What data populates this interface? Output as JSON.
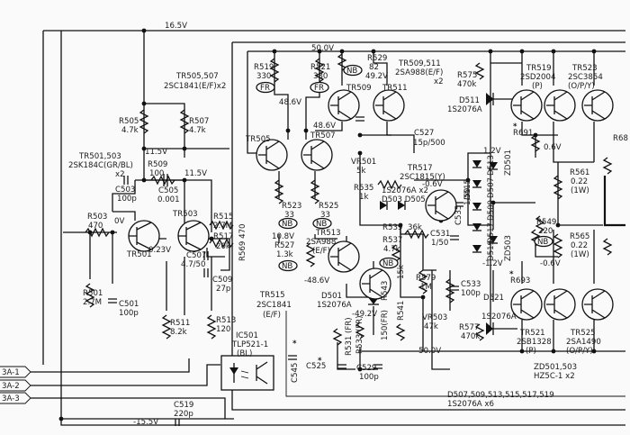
{
  "schematic": {
    "rails": [
      "16.5V",
      "50.0V",
      "-15.5V",
      "-50.0V"
    ],
    "connectors": [
      "3A-1",
      "3A-2",
      "3A-3"
    ],
    "components": [
      {
        "id": "tr505_507",
        "lines": [
          "TR505,507",
          "2SC1841(E/F)x2"
        ]
      },
      {
        "id": "r505",
        "lines": [
          "R505",
          "4.7k"
        ]
      },
      {
        "id": "r507",
        "lines": [
          "R507",
          "4.7k"
        ]
      },
      {
        "id": "tr501_503",
        "lines": [
          "TR501,503",
          "2SK184C(GR/BL)",
          "x2"
        ]
      },
      {
        "id": "r509",
        "lines": [
          "R509",
          "100"
        ]
      },
      {
        "id": "c503",
        "lines": [
          "C503",
          "100p"
        ]
      },
      {
        "id": "c505",
        "lines": [
          "C505",
          "0.001"
        ]
      },
      {
        "id": "r503",
        "lines": [
          "R503",
          "470"
        ]
      },
      {
        "id": "r515",
        "lines": [
          "R515",
          "2.7M"
        ]
      },
      {
        "id": "r517",
        "lines": [
          "R517",
          "20k"
        ]
      },
      {
        "id": "c507",
        "lines": [
          "C507",
          "4.7/50"
        ]
      },
      {
        "id": "c509",
        "lines": [
          "C509",
          "27p"
        ]
      },
      {
        "id": "r501",
        "lines": [
          "R501",
          "2.7M"
        ]
      },
      {
        "id": "c501",
        "lines": [
          "C501",
          "100p"
        ]
      },
      {
        "id": "r511",
        "lines": [
          "R511",
          "8.2k"
        ]
      },
      {
        "id": "r513",
        "lines": [
          "R513",
          "120"
        ]
      },
      {
        "id": "c519",
        "lines": [
          "C519",
          "220p"
        ]
      },
      {
        "id": "ic501",
        "lines": [
          "IC501",
          "TLP521-1",
          "(BL)"
        ]
      },
      {
        "id": "r519",
        "lines": [
          "R519",
          "330"
        ]
      },
      {
        "id": "r521",
        "lines": [
          "R521",
          "330"
        ]
      },
      {
        "id": "r529",
        "lines": [
          "R529",
          "82"
        ]
      },
      {
        "id": "tr509_511",
        "lines": [
          "TR509,511",
          "2SA988(E/F)",
          "x2"
        ]
      },
      {
        "id": "c527",
        "lines": [
          "C527",
          "15p/500"
        ]
      },
      {
        "id": "vr501",
        "lines": [
          "VR501",
          "5k"
        ]
      },
      {
        "id": "tr517",
        "lines": [
          "TR517",
          "2SC1815(Y)"
        ]
      },
      {
        "id": "r535",
        "lines": [
          "R535",
          "1k"
        ]
      },
      {
        "id": "d503_505",
        "lines": [
          "1S2076A x2",
          "D503 D505"
        ]
      },
      {
        "id": "r523",
        "lines": [
          "R523",
          "33"
        ]
      },
      {
        "id": "r525",
        "lines": [
          "R525",
          "33"
        ]
      },
      {
        "id": "tr513",
        "lines": [
          "TR513",
          "2SA988",
          "(E/F)"
        ]
      },
      {
        "id": "r527",
        "lines": [
          "R527",
          "1.3k"
        ]
      },
      {
        "id": "r539",
        "lines": [
          "R539",
          "36k"
        ]
      },
      {
        "id": "r537",
        "lines": [
          "R537",
          "4.7k"
        ]
      },
      {
        "id": "c531",
        "lines": [
          "C531",
          "1/50"
        ]
      },
      {
        "id": "c535",
        "lines": [
          "C535",
          "1/50"
        ]
      },
      {
        "id": "tr515",
        "lines": [
          "TR515",
          "2SC1841",
          "(E/F)"
        ]
      },
      {
        "id": "d501",
        "lines": [
          "D501",
          "1S2076A"
        ]
      },
      {
        "id": "r579",
        "lines": [
          "R579",
          "1M"
        ]
      },
      {
        "id": "c533",
        "lines": [
          "C533",
          "100p"
        ]
      },
      {
        "id": "vr503",
        "lines": [
          "VR503",
          "47k"
        ]
      },
      {
        "id": "c525",
        "lines": [
          "C525"
        ]
      },
      {
        "id": "c529",
        "lines": [
          "C529",
          "100p"
        ]
      },
      {
        "id": "r575",
        "lines": [
          "R575",
          "470k"
        ]
      },
      {
        "id": "d511",
        "lines": [
          "D511",
          "1S2076A"
        ]
      },
      {
        "id": "tr519",
        "lines": [
          "TR519",
          "2SD2004",
          "(P)"
        ]
      },
      {
        "id": "tr523",
        "lines": [
          "TR523",
          "2SC3854",
          "(O/P/Y)"
        ]
      },
      {
        "id": "r561",
        "lines": [
          "R561",
          "0.22",
          "(1W)"
        ]
      },
      {
        "id": "r549",
        "lines": [
          "R549",
          "220"
        ]
      },
      {
        "id": "r565",
        "lines": [
          "R565",
          "0.22",
          "(1W)"
        ]
      },
      {
        "id": "d521",
        "lines": [
          "D521",
          "1S2076A"
        ]
      },
      {
        "id": "r577",
        "lines": [
          "R577",
          "470k"
        ]
      },
      {
        "id": "tr521",
        "lines": [
          "TR521",
          "2SB1328",
          "(P)"
        ]
      },
      {
        "id": "tr525",
        "lines": [
          "TR525",
          "2SA1490",
          "(O/P/Y)"
        ]
      },
      {
        "id": "zd501_503",
        "lines": [
          "ZD501,503",
          "HZ5C-1 x2"
        ]
      },
      {
        "id": "diodes_note",
        "lines": [
          "D507,509,513,515,517,519",
          "1S2076A x6"
        ]
      }
    ],
    "labels": {
      "tr501": "TR501",
      "tr503": "TR503",
      "tr505": "TR505",
      "tr507": "TR507",
      "tr509": "TR509",
      "tr511": "TR511",
      "d507": "D507",
      "d509": "D509",
      "d513": "D513",
      "d515": "D515",
      "d517": "D517",
      "d519": "D519",
      "zd501": "ZD501",
      "zd503": "ZD503",
      "r691": "R691",
      "r693": "R693",
      "r569": "R569 470",
      "r533": "R533",
      "r541": "R541",
      "r543": "R543",
      "r531": "R531",
      "r533_val": "(FR)",
      "r531_val": "(FR)",
      "r541_val": "15k",
      "r543_val": "150(FR)",
      "c545": "C545",
      "r68": "R68"
    },
    "voltages": {
      "v_0": "0V",
      "v_0_23": "0.23V",
      "v_11_5_a": "11.5V",
      "v_11_5_b": "11.5V",
      "v_48_6_a": "48.6V",
      "v_48_6_b": "48.6V",
      "v_49_2": "49.2V",
      "v_10_8": "10.8V",
      "v_neg_48_6": "-48.6V",
      "v_neg_49_2": "-49.2V",
      "v_neg_0_6_a": "-0.6V",
      "v_1_2": "1.2V",
      "v_neg_1_2": "-1.2V",
      "v_0_6": "0.6V",
      "v_neg_0_6_b": "-0.6V"
    },
    "tags": [
      "FR",
      "FR",
      "NB",
      "NB",
      "NB",
      "NB",
      "NB",
      "NB"
    ],
    "markers": [
      "*",
      "*",
      "*",
      "*"
    ]
  }
}
